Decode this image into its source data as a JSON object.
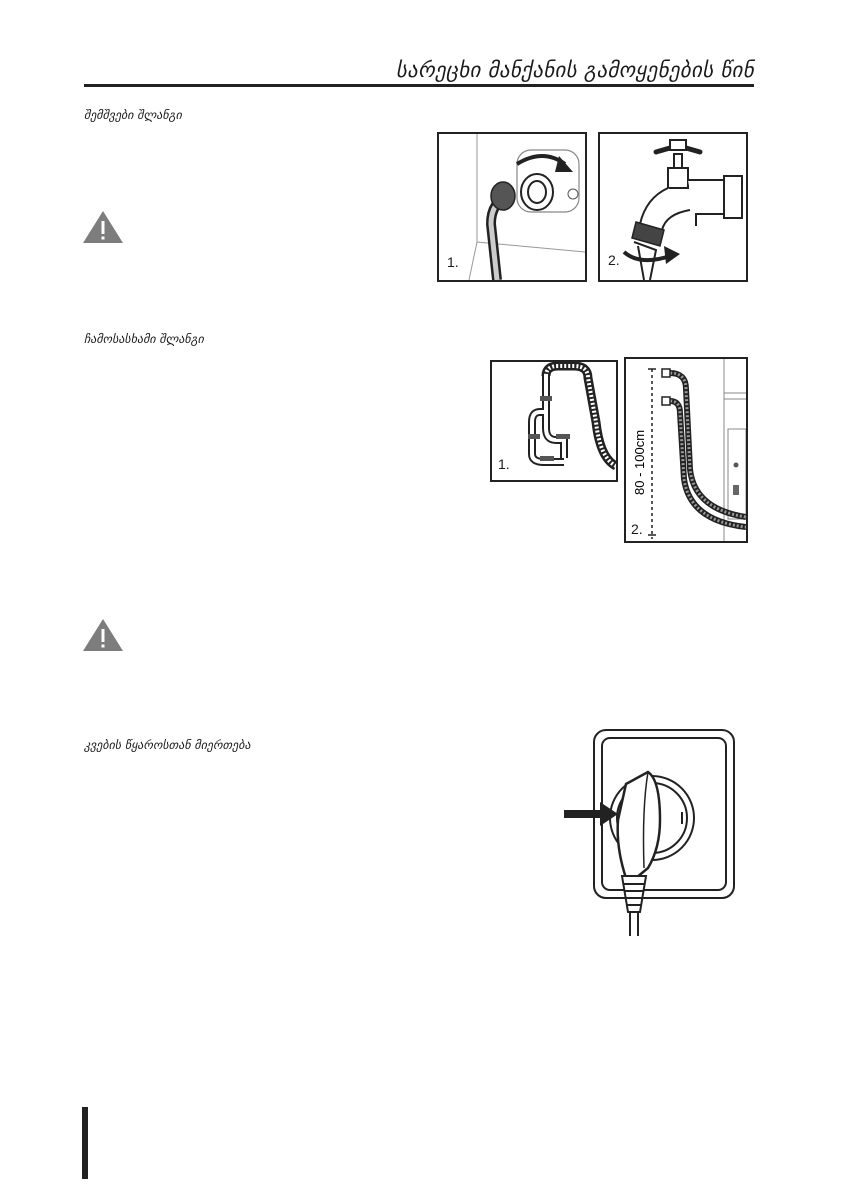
{
  "header": {
    "title": "სარეცხი მანქანის  გამოყენების წინ"
  },
  "sections": {
    "inlet": {
      "heading": "შემშვები შლანგი",
      "step1": "1.",
      "step2": "2."
    },
    "drain": {
      "heading": "ჩამოსასხამი შლანგი",
      "step1": "1.",
      "step2": "2.",
      "height_label": "80 - 100cm"
    },
    "power": {
      "heading": "კვების წყაროსთან მიერთება"
    }
  },
  "colors": {
    "warning_fill": "#7d7d7d",
    "line": "#222222"
  }
}
